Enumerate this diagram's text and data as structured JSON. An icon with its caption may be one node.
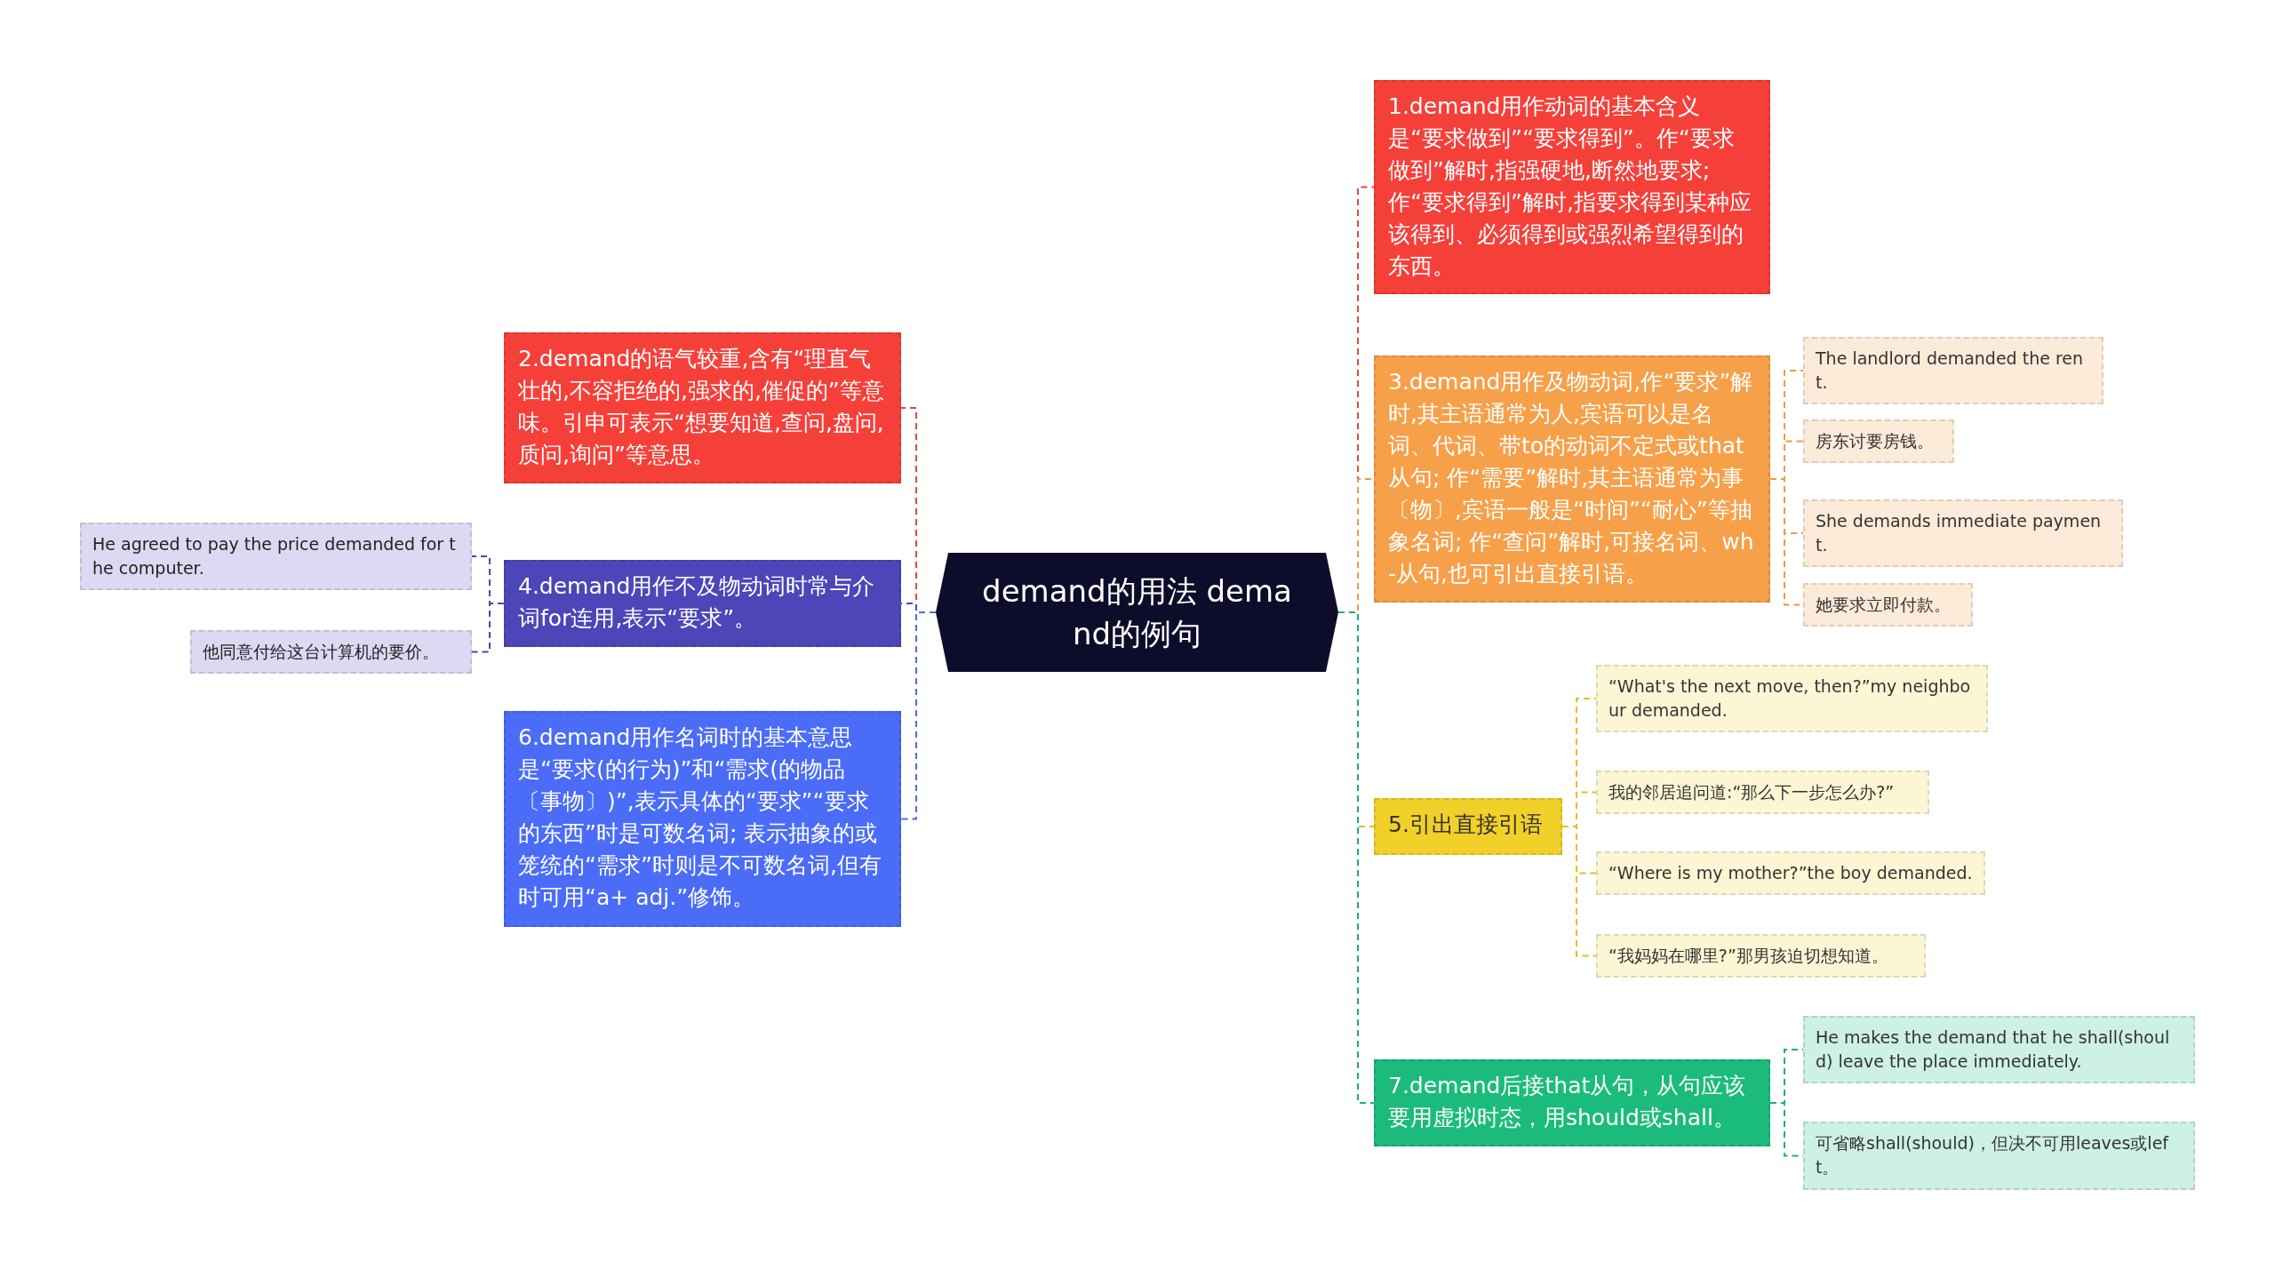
{
  "diagram": {
    "nodes": [
      {
        "text": [
          "demand的用法 demand的例句"
        ]
      },
      {
        "text": [
          "1.demand用作动词的基本含义是“要求做到”“要求得到”。作“要求做到”解时,指强硬地,断然地要求; 作“要求得到”解时,指要求得到某种应该得到、必须得到或强烈希望得到的东西。"
        ]
      },
      {
        "text": [
          "2.demand的语气较重,含有“理直气壮的,不容拒绝的,强求的,催促的”等意味。引申可表示“想要知道,查问,盘问,质问,询问”等意思。"
        ]
      },
      {
        "text": [
          "3.demand用作及物动词,作“要求”解时,其主语通常为人,宾语可以是名词、代词、带to的动词不定式或that从句; 作“需要”解时,其主语通常为事〔物〕,宾语一般是“时间”“耐心”等抽象名词; 作“查问”解时,可接名词、wh-从句,也可引出直接引语。"
        ]
      },
      {
        "text": [
          "The landlord demanded the rent."
        ]
      },
      {
        "text": [
          "房东讨要房钱。"
        ]
      },
      {
        "text": [
          "She demands immediate payment."
        ]
      },
      {
        "text": [
          "她要求立即付款。"
        ]
      },
      {
        "text": [
          "4.demand用作不及物动词时常与介词for连用,表示“要求”。"
        ]
      },
      {
        "text": [
          "He agreed to pay the price demanded for the computer."
        ]
      },
      {
        "text": [
          "他同意付给这台计算机的要价。"
        ]
      },
      {
        "text": [
          "5.引出直接引语"
        ]
      },
      {
        "text": [
          "“What's the next move, then?”my neighbour demanded."
        ]
      },
      {
        "text": [
          "我的邻居追问道:“那么下一步怎么办?”"
        ]
      },
      {
        "text": [
          "“Where is my mother?”the boy demanded."
        ]
      },
      {
        "text": [
          "“我妈妈在哪里?”那男孩迫切想知道。"
        ]
      },
      {
        "text": [
          "6.demand用作名词时的基本意思是“要求(的行为)”和“需求(的物品〔事物〕)”,表示具体的“要求”“要求的东西”时是可数名词; 表示抽象的或笼统的“需求”时则是不可数名词,但有时可用“a+ adj.”修饰。"
        ]
      },
      {
        "text": [
          "7.demand后接that从句，从句应该要用虚拟时态，用should或shall。"
        ]
      },
      {
        "text": [
          "He makes the demand that he shall(should) leave the place immediately."
        ]
      },
      {
        "text": [
          "可省略shall(should)，但决不可用leaves或left。"
        ]
      }
    ],
    "edges": [
      {
        "from": 0,
        "to": 1,
        "arrow": "none",
        "style": "dashed",
        "color": "#e8463c"
      },
      {
        "from": 0,
        "to": 2,
        "arrow": "none",
        "style": "dashed",
        "color": "#e8463c"
      },
      {
        "from": 0,
        "to": 3,
        "arrow": "none",
        "style": "dashed",
        "color": "#f09a3e"
      },
      {
        "from": 3,
        "to": 4,
        "arrow": "none",
        "style": "dashed",
        "color": "#f09a3e"
      },
      {
        "from": 3,
        "to": 5,
        "arrow": "none",
        "style": "dashed",
        "color": "#f09a3e"
      },
      {
        "from": 3,
        "to": 6,
        "arrow": "none",
        "style": "dashed",
        "color": "#f09a3e"
      },
      {
        "from": 3,
        "to": 7,
        "arrow": "none",
        "style": "dashed",
        "color": "#f09a3e"
      },
      {
        "from": 0,
        "to": 8,
        "arrow": "none",
        "style": "dashed",
        "color": "#4c46b8"
      },
      {
        "from": 8,
        "to": 9,
        "arrow": "none",
        "style": "dashed",
        "color": "#4c46b8"
      },
      {
        "from": 8,
        "to": 10,
        "arrow": "none",
        "style": "dashed",
        "color": "#4c46b8"
      },
      {
        "from": 0,
        "to": 11,
        "arrow": "none",
        "style": "dashed",
        "color": "#e2bf1c"
      },
      {
        "from": 11,
        "to": 12,
        "arrow": "none",
        "style": "dashed",
        "color": "#e2bf1c"
      },
      {
        "from": 11,
        "to": 13,
        "arrow": "none",
        "style": "dashed",
        "color": "#e2bf1c"
      },
      {
        "from": 11,
        "to": 14,
        "arrow": "none",
        "style": "dashed",
        "color": "#e2bf1c"
      },
      {
        "from": 11,
        "to": 15,
        "arrow": "none",
        "style": "dashed",
        "color": "#e2bf1c"
      },
      {
        "from": 0,
        "to": 16,
        "arrow": "none",
        "style": "dashed",
        "color": "#4a6cf7"
      },
      {
        "from": 0,
        "to": 17,
        "arrow": "none",
        "style": "dashed",
        "color": "#1bb07a"
      },
      {
        "from": 17,
        "to": 18,
        "arrow": "none",
        "style": "dashed",
        "color": "#1bb07a"
      },
      {
        "from": 17,
        "to": 19,
        "arrow": "none",
        "style": "dashed",
        "color": "#1bb07a"
      }
    ]
  }
}
